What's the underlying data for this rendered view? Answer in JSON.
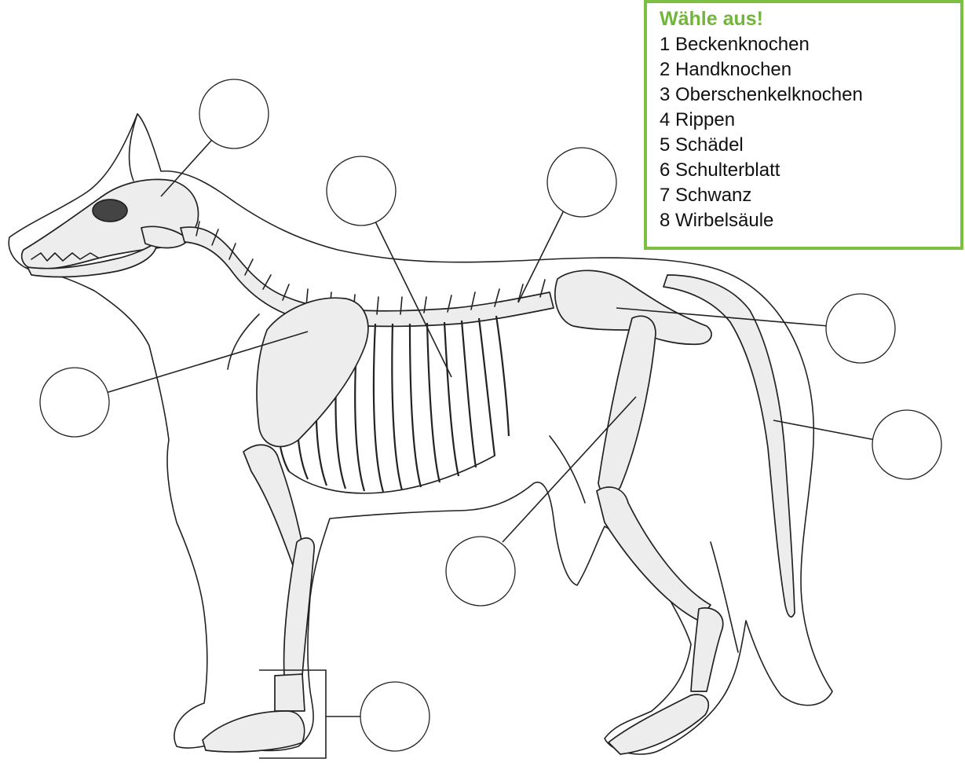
{
  "legend": {
    "title": "Wähle aus!",
    "items": [
      "1 Beckenknochen",
      "2 Handknochen",
      "3 Oberschenkelknochen",
      "4 Rippen",
      "5 Schädel",
      "6 Schulterblatt",
      "7 Schwanz",
      "8 Wirbelsäule"
    ],
    "accent_color": "#7dbf42"
  },
  "diagram": {
    "subject": "dog-skeleton",
    "answer_circles": [
      {
        "points_to": "skull",
        "answer": ""
      },
      {
        "points_to": "ribs",
        "answer": ""
      },
      {
        "points_to": "spine",
        "answer": ""
      },
      {
        "points_to": "pelvis",
        "answer": ""
      },
      {
        "points_to": "tail",
        "answer": ""
      },
      {
        "points_to": "shoulder-blade",
        "answer": ""
      },
      {
        "points_to": "femur",
        "answer": ""
      },
      {
        "points_to": "hand-bones",
        "answer": ""
      }
    ]
  }
}
